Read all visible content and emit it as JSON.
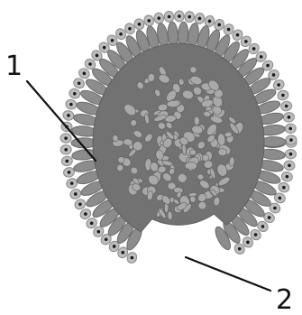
{
  "diagram": {
    "labels": [
      {
        "id": "1",
        "text": "1"
      },
      {
        "id": "2",
        "text": "2"
      }
    ]
  },
  "colors": {
    "outer_cell_fill": "#bdbdbd",
    "outer_cell_stroke": "#8a8a8a",
    "outer_nucleus": "#1a1a1a",
    "columnar_cell_fill": "#8c8c8c",
    "columnar_cell_stroke": "#6a6a6a",
    "inner_mass_fill": "#727272",
    "inner_cell_fill": "#a9a9a9",
    "inner_cell_stroke": "#5f5f5f",
    "line": "#111111"
  }
}
